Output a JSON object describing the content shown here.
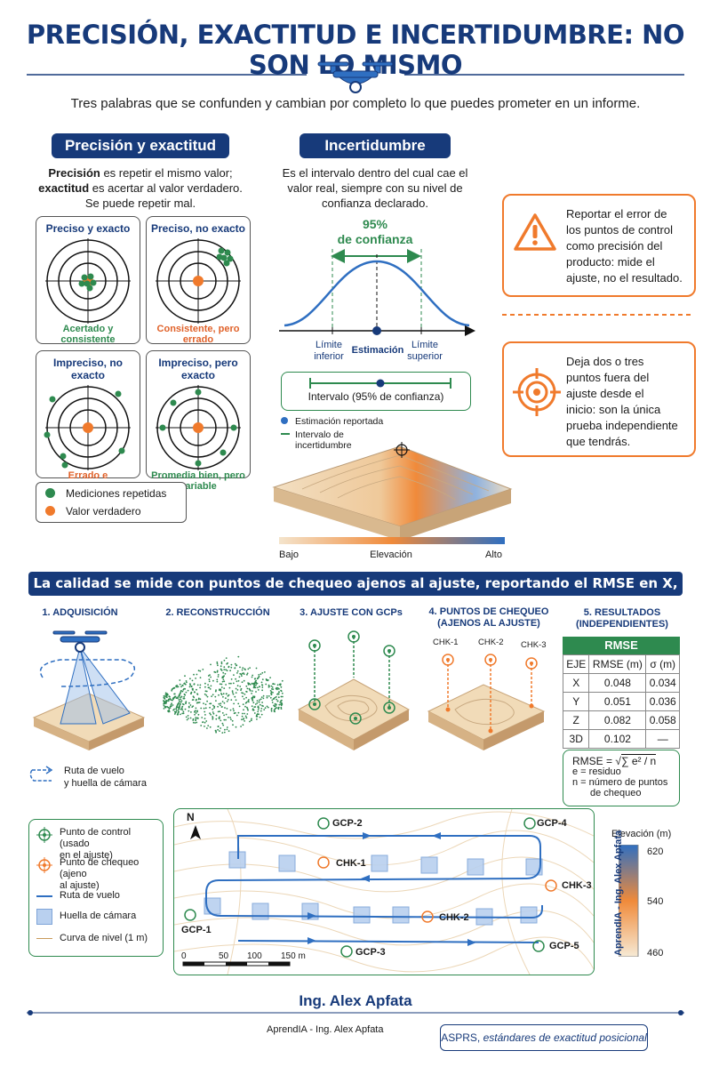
{
  "header": {
    "title": "PRECISIÓN, EXACTITUD E INCERTIDUMBRE: NO SON LO MISMO",
    "subtitle": "Tres palabras que se confunden y cambian por completo lo que puedes prometer en un informe."
  },
  "precision": {
    "heading": "Precisión y exactitud",
    "desc_line1_bold": "Precisión",
    "desc_line1_rest": " es repetir el mismo valor;",
    "desc_line2_bold": "exactitud",
    "desc_line2_rest": " es acertar al valor verdadero.",
    "desc_line3": "Se puede repetir mal.",
    "targets": [
      {
        "title": "Preciso y exacto",
        "caption": "Acertado y consistente"
      },
      {
        "title": "Preciso, no exacto",
        "caption": "Consistente, pero errado"
      },
      {
        "title": "Impreciso, no exacto",
        "caption": "Errado e inconsistente"
      },
      {
        "title": "Impreciso, pero exacto",
        "caption": "Promedia bien, pero variable"
      }
    ],
    "legend": {
      "repeated": "Mediciones repetidas",
      "true_value": "Valor verdadero"
    }
  },
  "uncertainty": {
    "heading": "Incertidumbre",
    "desc_line1": "Es el intervalo dentro del cual cae el",
    "desc_line2": "valor real, siempre con su nivel de",
    "desc_line3": "confianza declarado.",
    "conf_pct": "95%",
    "conf_label": "de confianza",
    "lower_l1": "Límite",
    "lower_l2": "inferior",
    "estimate": "Estimación",
    "upper_l1": "Límite",
    "upper_l2": "superior",
    "interval_label": "Intervalo (95% de confianza)",
    "legend_estimate": "Estimación reportada",
    "legend_interval_l1": "Intervalo de",
    "legend_interval_l2": "incertidumbre",
    "elev_low": "Bajo",
    "elev_mid": "Elevación",
    "elev_high": "Alto"
  },
  "warnings": {
    "warn1_l1": "Reportar el error de",
    "warn1_l2": "los puntos de control",
    "warn1_l3": "como precisión del",
    "warn1_l4": "producto: mide el",
    "warn1_l5": "ajuste, no el resultado.",
    "warn2_l1": "Deja dos o tres",
    "warn2_l2": "puntos fuera del",
    "warn2_l3": "ajuste desde el",
    "warn2_l4": "inicio: son la única",
    "warn2_l5": "prueba independiente",
    "warn2_l6": "que tendrás."
  },
  "banner": "La calidad se mide con puntos de chequeo ajenos al ajuste, reportando el RMSE en X, Y y Z.",
  "steps": {
    "s1": "1. ADQUISICIÓN",
    "s2": "2. RECONSTRUCCIÓN",
    "s3": "3. AJUSTE CON GCPs",
    "s4_l1": "4. PUNTOS DE CHEQUEO",
    "s4_l2": "(AJENOS AL AJUSTE)",
    "s5_l1": "5. RESULTADOS",
    "s5_l2": "(INDEPENDIENTES)",
    "chk1": "CHK-1",
    "chk2": "CHK-2",
    "chk3": "CHK-3",
    "route_l1": "Ruta de vuelo",
    "route_l2": "y huella de cámara"
  },
  "rmse": {
    "title": "RMSE",
    "headers": [
      "EJE",
      "RMSE (m)",
      "σ (m)"
    ],
    "rows": [
      [
        "X",
        "0.048",
        "0.034"
      ],
      [
        "Y",
        "0.051",
        "0.036"
      ],
      [
        "Z",
        "0.082",
        "0.058"
      ],
      [
        "3D",
        "0.102",
        "—"
      ]
    ],
    "formula_left": "RMSE =",
    "formula_right": "∑ e² / n",
    "def_e": "e = residuo",
    "def_n_l1": "n = número de puntos",
    "def_n_l2": "de chequeo"
  },
  "map": {
    "legend_gcp_l1": "Punto de control (usado",
    "legend_gcp_l2": "en el ajuste)",
    "legend_chk_l1": "Punto de chequeo (ajeno",
    "legend_chk_l2": "al ajuste)",
    "legend_route": "Ruta de vuelo",
    "legend_footprint": "Huella de cámara",
    "legend_contour": "Curva de nivel (1 m)",
    "north": "N",
    "points": {
      "gcp1": "GCP-1",
      "gcp2": "GCP-2",
      "gcp3": "GCP-3",
      "gcp4": "GCP-4",
      "gcp5": "GCP-5",
      "chk1": "CHK-1",
      "chk2": "CHK-2",
      "chk3": "CHK-3"
    },
    "scale": [
      "0",
      "50",
      "100",
      "150 m"
    ],
    "elev_title": "Elevación (m)",
    "elev_ticks": [
      "620",
      "540",
      "460"
    ]
  },
  "footer": {
    "author": "Ing. Alex Apfata",
    "credit": "AprendIA - Ing. Alex Apfata",
    "reference_org": "ASPRS, ",
    "reference_title": "estándares de exactitud posicional",
    "vertical": "AprendIA - Ing. Alex Apfata"
  },
  "colors": {
    "navy": "#173a7a",
    "orange": "#f07a2c",
    "green": "#2e8a4f",
    "blue": "#2f6fc1"
  }
}
